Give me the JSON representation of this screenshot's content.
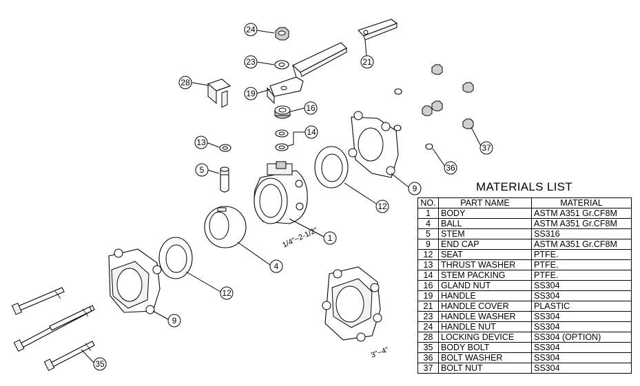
{
  "size_labels": {
    "body_range": "1/4\"~2-1/2\"",
    "endcap_range": "3\"~4\""
  },
  "callouts": [
    "24",
    "23",
    "21",
    "28",
    "19",
    "16",
    "14",
    "13",
    "5",
    "9",
    "12",
    "1",
    "4",
    "37",
    "36",
    "12",
    "9",
    "35"
  ],
  "materials_list": {
    "title": "MATERIALS LIST",
    "headers": {
      "no": "NO.",
      "part_name": "PART NAME",
      "material": "MATERIAL"
    },
    "rows": [
      {
        "no": "1",
        "part_name": "BODY",
        "material": "ASTM A351 Gr.CF8M"
      },
      {
        "no": "4",
        "part_name": "BALL",
        "material": "ASTM A351 Gr.CF8M"
      },
      {
        "no": "5",
        "part_name": "STEM",
        "material": "SS316"
      },
      {
        "no": "9",
        "part_name": "END CAP",
        "material": "ASTM A351 Gr.CF8M"
      },
      {
        "no": "12",
        "part_name": "SEAT",
        "material": "PTFE."
      },
      {
        "no": "13",
        "part_name": "THRUST WASHER",
        "material": "PTFE."
      },
      {
        "no": "14",
        "part_name": "STEM PACKING",
        "material": "PTFE."
      },
      {
        "no": "16",
        "part_name": "GLAND NUT",
        "material": "SS304"
      },
      {
        "no": "19",
        "part_name": "HANDLE",
        "material": "SS304"
      },
      {
        "no": "21",
        "part_name": "HANDLE COVER",
        "material": "PLASTIC"
      },
      {
        "no": "23",
        "part_name": "HANDLE WASHER",
        "material": "SS304"
      },
      {
        "no": "24",
        "part_name": "HANDLE NUT",
        "material": "SS304"
      },
      {
        "no": "28",
        "part_name": "LOCKING DEVICE",
        "material": "SS304 (OPTION)"
      },
      {
        "no": "35",
        "part_name": "BODY BOLT",
        "material": "SS304"
      },
      {
        "no": "36",
        "part_name": "BOLT WASHER",
        "material": "SS304"
      },
      {
        "no": "37",
        "part_name": "BOLT NUT",
        "material": "SS304"
      }
    ]
  }
}
